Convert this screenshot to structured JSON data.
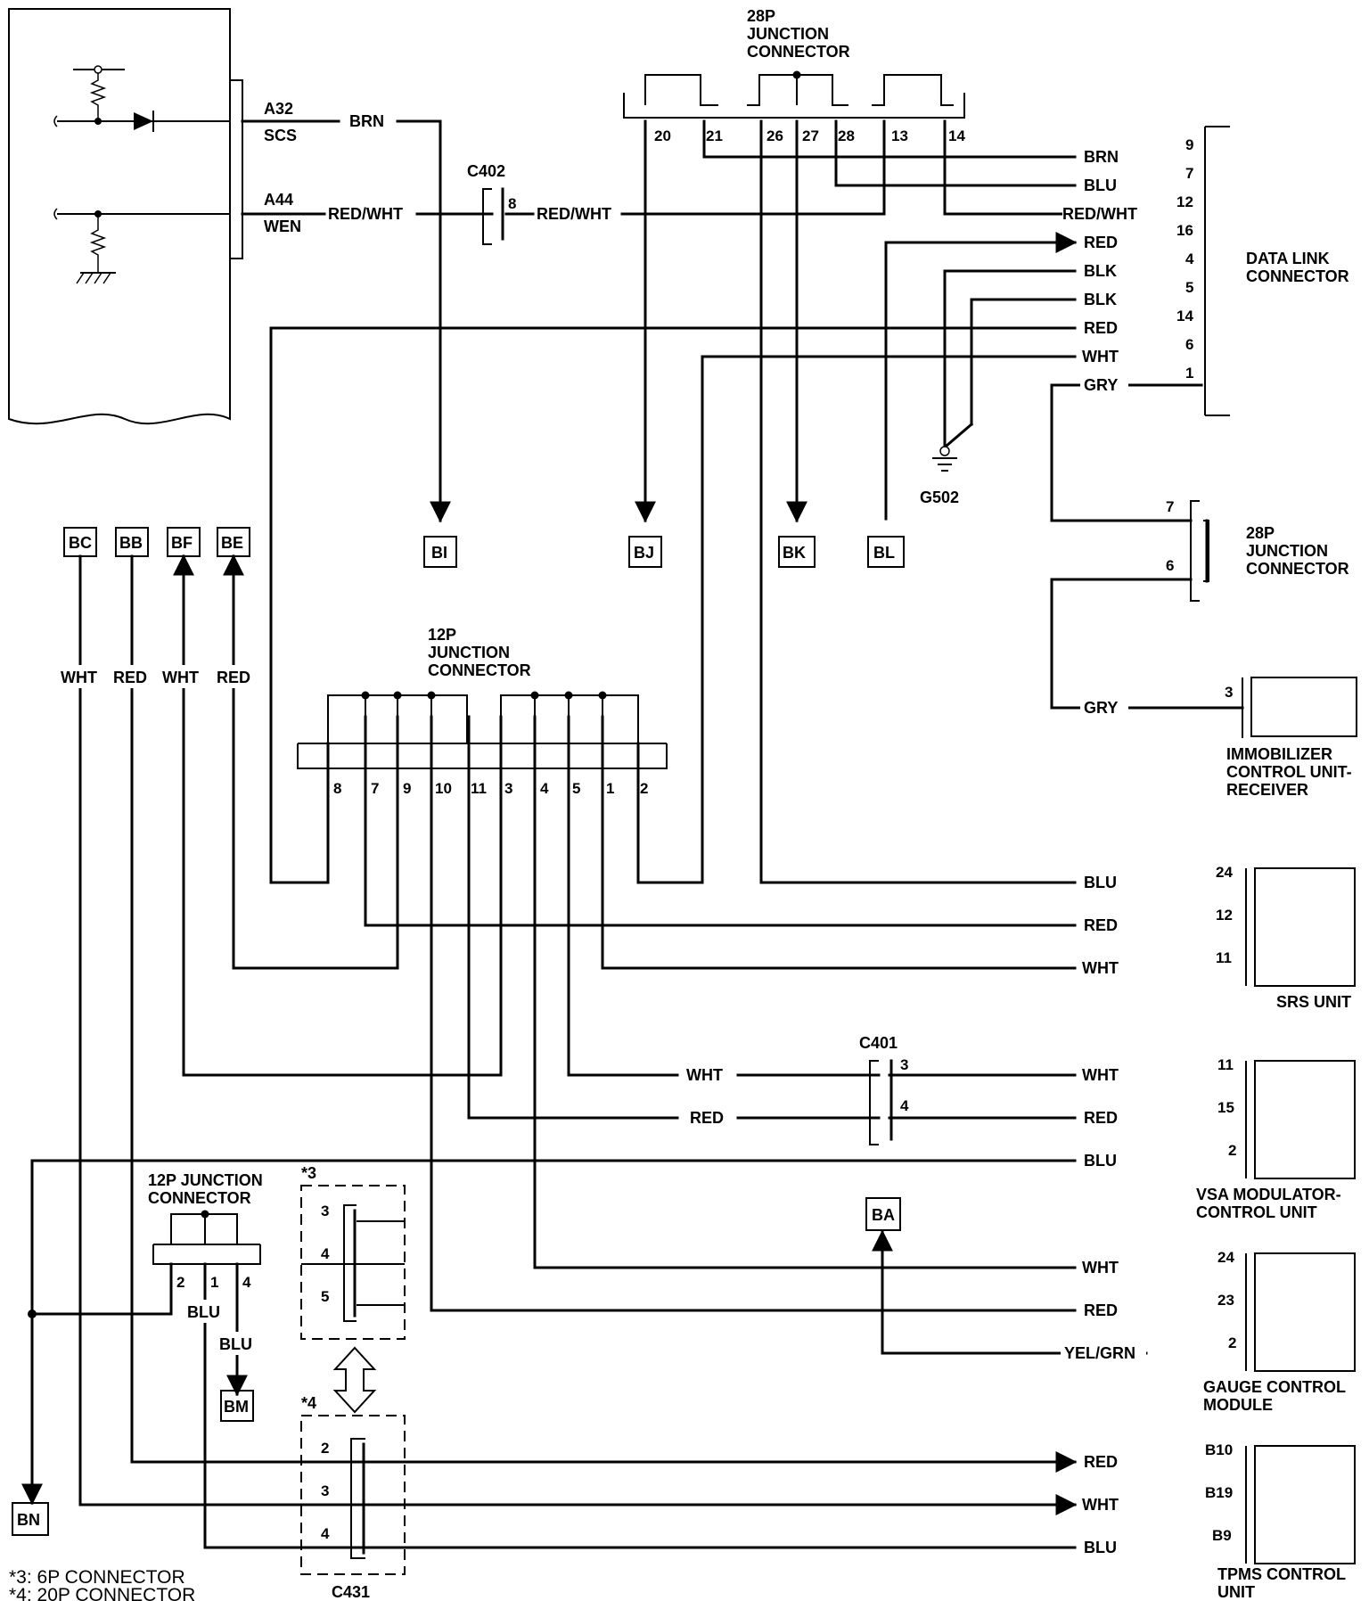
{
  "ecm": {
    "pin_a32": "A32",
    "sig_scs": "SCS",
    "pin_a44": "A44",
    "sig_wen": "WEN"
  },
  "wires": {
    "brn": "BRN",
    "red_wht": "RED/WHT",
    "blu": "BLU",
    "red": "RED",
    "blk": "BLK",
    "wht": "WHT",
    "gry": "GRY",
    "yel_grn": "YEL/GRN"
  },
  "connectors": {
    "jc28_top": {
      "line1": "28P",
      "line2": "JUNCTION",
      "line3": "CONNECTOR",
      "pins": [
        "20",
        "21",
        "26",
        "27",
        "28",
        "13",
        "14"
      ]
    },
    "c402": {
      "name": "C402",
      "pin": "8"
    },
    "dlc": {
      "line1": "DATA LINK",
      "line2": "CONNECTOR",
      "pins": [
        "9",
        "7",
        "12",
        "16",
        "4",
        "5",
        "14",
        "6",
        "1"
      ]
    },
    "g502": "G502",
    "jc28_right": {
      "line1": "28P",
      "line2": "JUNCTION",
      "line3": "CONNECTOR",
      "pin_a": "7",
      "pin_b": "6"
    },
    "jc12_mid": {
      "line1": "12P",
      "line2": "JUNCTION",
      "line3": "CONNECTOR",
      "pins": [
        "8",
        "7",
        "9",
        "10",
        "11",
        "3",
        "4",
        "5",
        "1",
        "2"
      ]
    },
    "c401": {
      "name": "C401",
      "pin_a": "3",
      "pin_b": "4"
    },
    "jc12_low": {
      "line1": "12P JUNCTION",
      "line2": "CONNECTOR",
      "pins": [
        "2",
        "1",
        "4"
      ]
    },
    "c6p": {
      "marker": "*3",
      "pins": [
        "3",
        "4",
        "5"
      ]
    },
    "c20p": {
      "marker": "*4",
      "name": "C431",
      "pins": [
        "2",
        "3",
        "4"
      ]
    }
  },
  "refs": {
    "bc": "BC",
    "bb": "BB",
    "bf": "BF",
    "be": "BE",
    "bi": "BI",
    "bj": "BJ",
    "bk": "BK",
    "bl": "BL",
    "ba": "BA",
    "bm": "BM",
    "bn": "BN"
  },
  "components": {
    "immobilizer": {
      "pin": "3",
      "line1": "IMMOBILIZER",
      "line2": "CONTROL UNIT-",
      "line3": "RECEIVER"
    },
    "srs": {
      "pins": [
        "24",
        "12",
        "11"
      ],
      "name": "SRS UNIT"
    },
    "vsa": {
      "pins": [
        "11",
        "15",
        "2"
      ],
      "line1": "VSA MODULATOR-",
      "line2": "CONTROL UNIT"
    },
    "gauge": {
      "pins": [
        "24",
        "23",
        "2"
      ],
      "line1": "GAUGE CONTROL",
      "line2": "MODULE"
    },
    "tpms": {
      "pins": [
        "B10",
        "B19",
        "B9"
      ],
      "line1": "TPMS CONTROL",
      "line2": "UNIT"
    }
  },
  "notes": {
    "n3": "*3: 6P CONNECTOR",
    "n4": "*4: 20P CONNECTOR"
  }
}
